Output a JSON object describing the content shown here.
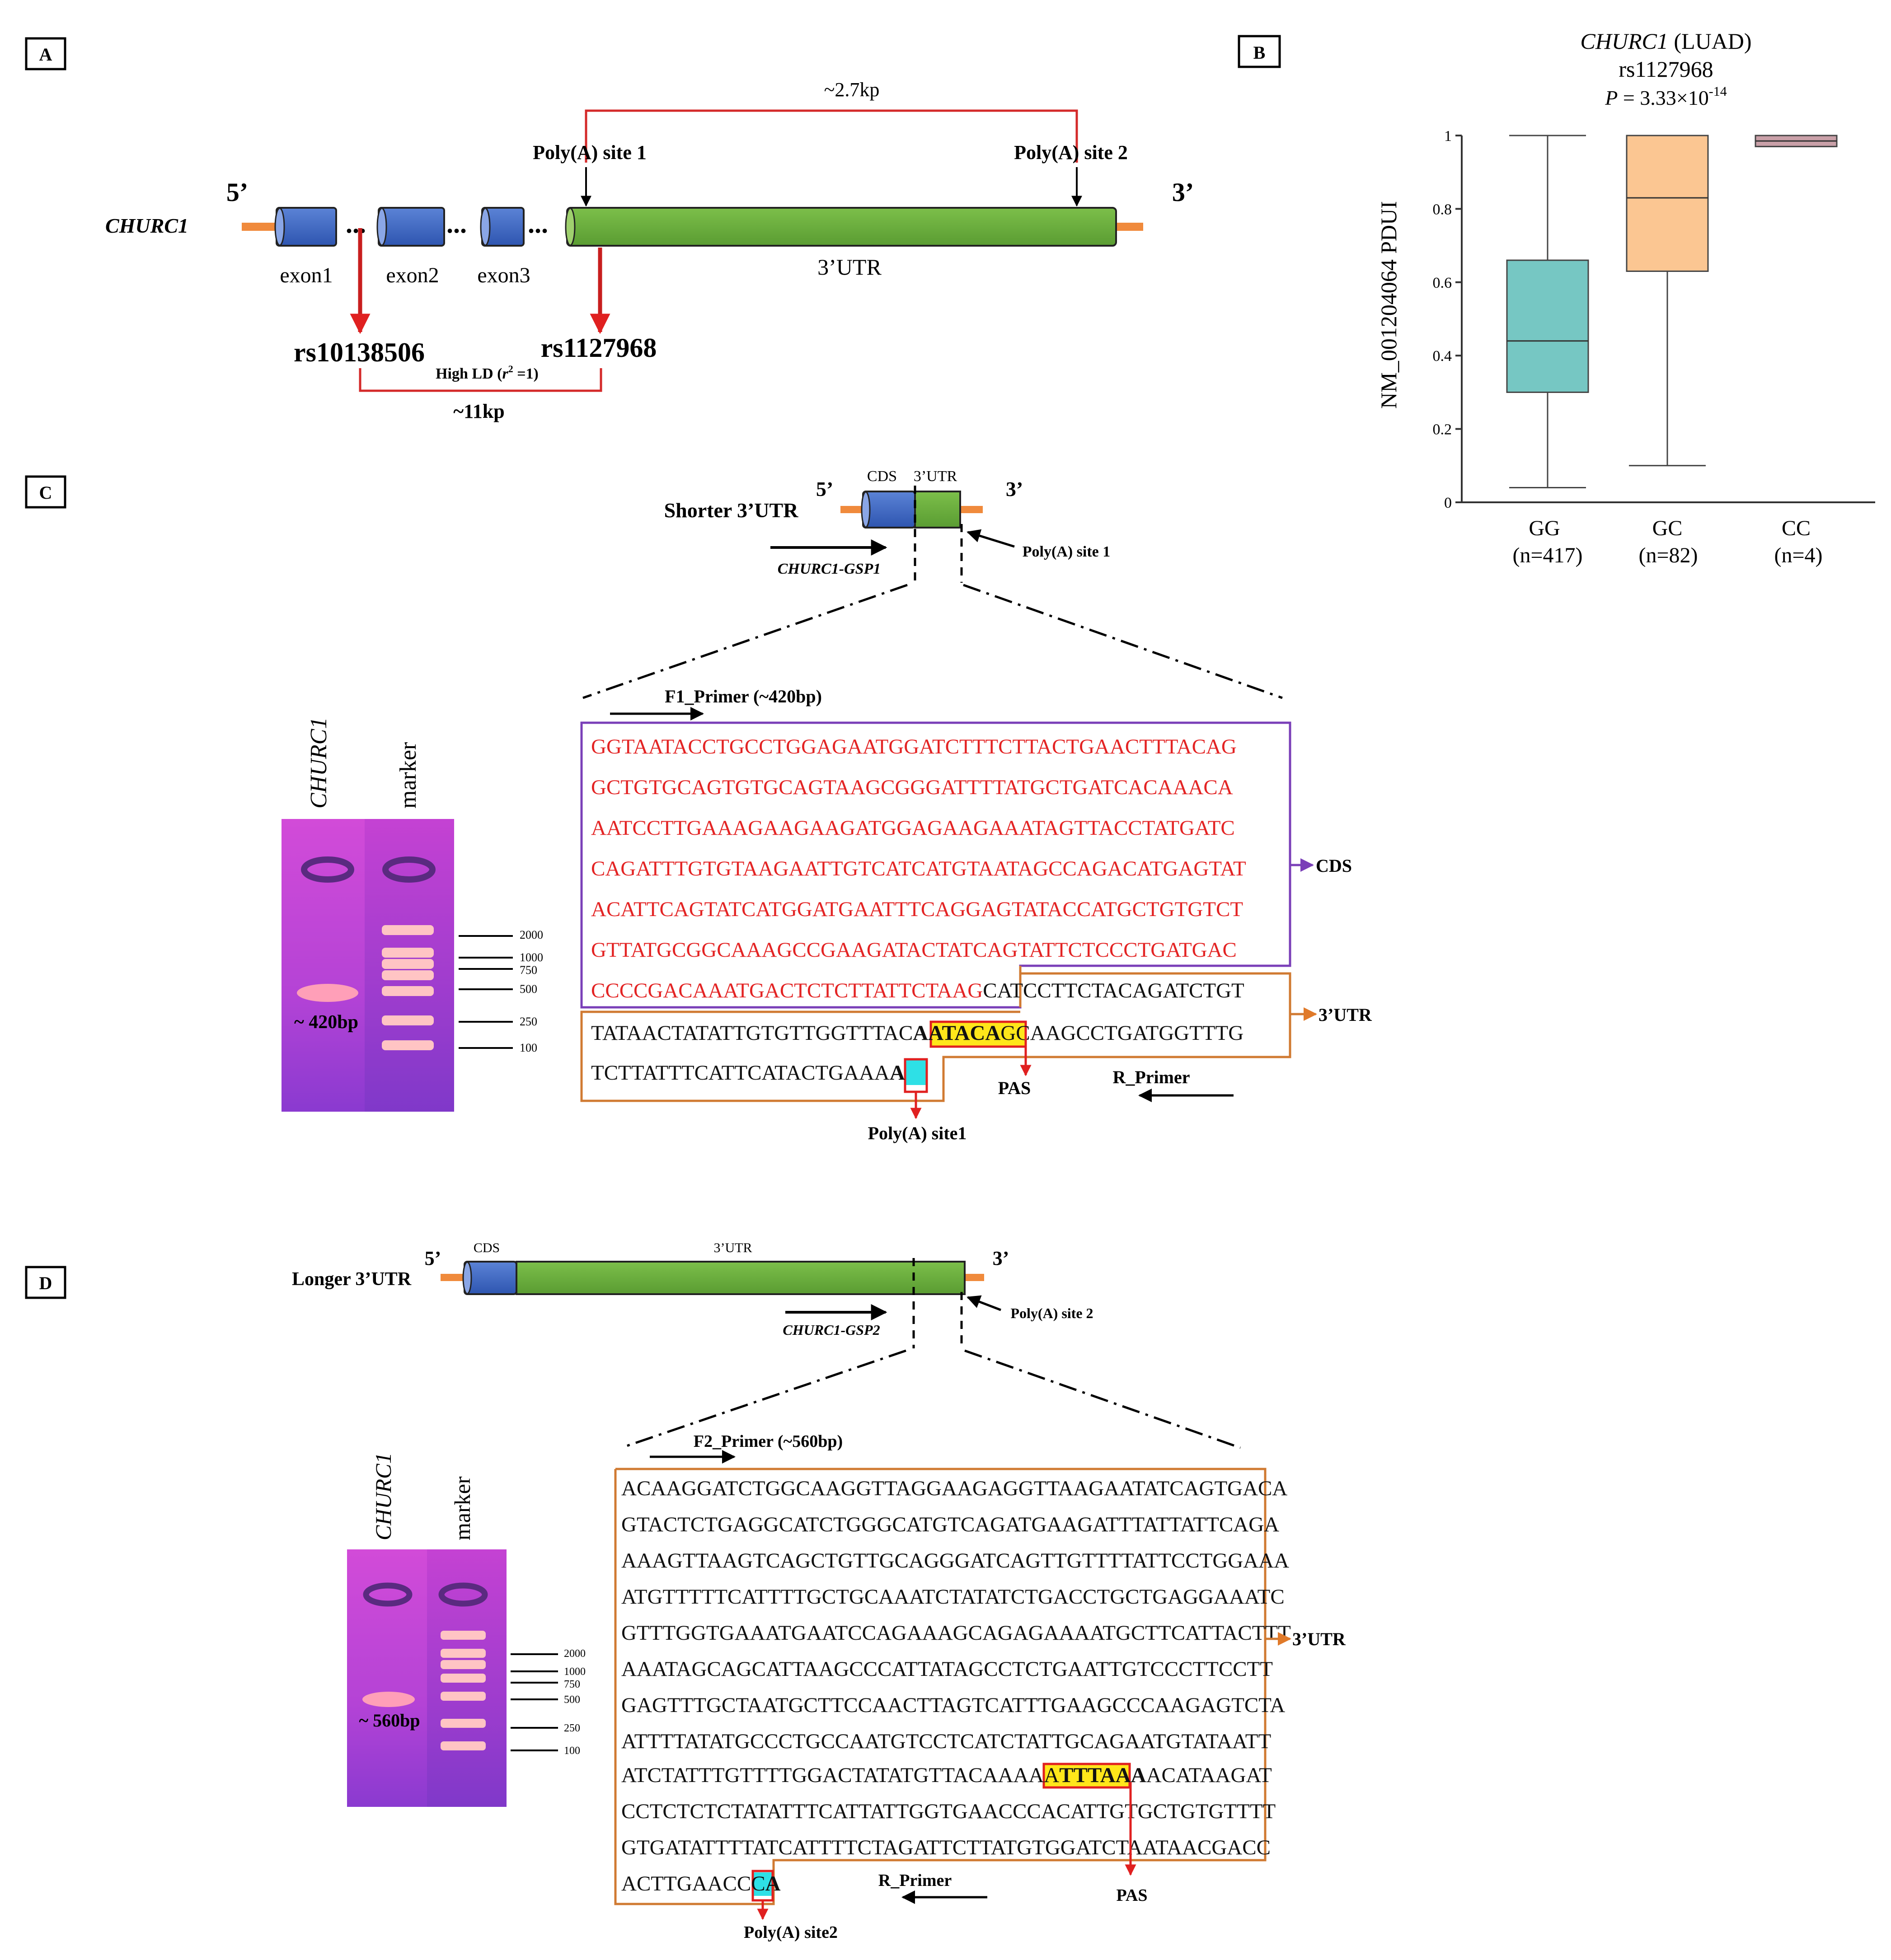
{
  "panels": {
    "a": "A",
    "b": "B",
    "c": "C",
    "d": "D"
  },
  "panel_a": {
    "gene": "CHURC1",
    "five_prime": "5’",
    "three_prime": "3’",
    "exons": [
      "exon1",
      "exon2",
      "exon3"
    ],
    "utr_label": "3’UTR",
    "polya1": "Poly(A) site 1",
    "polya2": "Poly(A) site 2",
    "distance_utr": "~2.7kp",
    "snp1": "rs10138506",
    "snp2": "rs1127968",
    "ld_prefix": "High LD (",
    "ld_r": "r",
    "ld_sup": "2",
    "ld_suffix": " =1)",
    "distance_snp": "~11kp"
  },
  "panel_b": {
    "title_gene": "CHURC1",
    "title_cohort": " (LUAD)",
    "title_snp": "rs1127968",
    "p_label": "P",
    "p_value": " = 3.33×10",
    "p_exp": "-14",
    "ylabel": "NM_001204064  PDUI",
    "yticks": [
      "0",
      "0.2",
      "0.4",
      "0.6",
      "0.8",
      "1"
    ],
    "groups": [
      "GG",
      "GC",
      "CC"
    ],
    "counts": [
      "(n=417)",
      "(n=82)",
      "(n=4)"
    ]
  },
  "chart_data": {
    "type": "box",
    "ylabel": "NM_001204064  PDUI",
    "ylim": [
      0,
      1
    ],
    "categories": [
      "GG",
      "GC",
      "CC"
    ],
    "series": [
      {
        "name": "GG",
        "min": 0.04,
        "q1": 0.3,
        "median": 0.44,
        "q3": 0.66,
        "max": 1.0,
        "color": "#76c7c3"
      },
      {
        "name": "GC",
        "min": 0.1,
        "q1": 0.63,
        "median": 0.83,
        "q3": 1.0,
        "max": 1.0,
        "color": "#fbc692"
      },
      {
        "name": "CC",
        "min": 0.97,
        "q1": 0.97,
        "median": 0.985,
        "q3": 1.0,
        "max": 1.0,
        "color": "#c9a0a8"
      }
    ]
  },
  "panel_c": {
    "title": "Shorter 3’UTR",
    "five_prime": "5’",
    "three_prime": "3’",
    "cds_tag": "CDS",
    "utr_tag": "3’UTR",
    "gsp": "CHURC1-GSP1",
    "polya": "Poly(A) site 1",
    "gel_lane1": "CHURC1",
    "gel_lane2": "marker",
    "band_label": "~ 420bp",
    "ladder": [
      "2000",
      "1000",
      "750",
      "500",
      "250",
      "100"
    ],
    "primer_f": "F1_Primer (~420bp)",
    "primer_r": "R_Primer",
    "cds_lines": [
      "GGTAATACCTGCCTGGAGAATGGATCTTTCTTACTGAACTTTACAG",
      "GCTGTGCAGTGTGCAGTAAGCGGGATTTTATGCTGATCACAAACA",
      "AATCCTTGAAAGAAGAAGATGGAGAAGAAATAGTTACCTATGATC",
      "CAGATTTGTGTAAGAATTGTCATCATGTAATAGCCAGACATGAGTAT",
      "ACATTCAGTATCATGGATGAATTTCAGGAGTATACCATGCTGTGTCT",
      "GTTATGCGGCAAAGCCGAAGATACTATCAGTATTCTCCCTGATGAC"
    ],
    "mixed_red": "CCCCGACAAATGACTCTCTTATTCTAAG",
    "mixed_black": "CATCCTTCTACAGATCTGT",
    "utr_line1_a": "TATAACTATATTGTGTTGGTTTAC",
    "pas_seq": "AATACA",
    "utr_line1_b": "GCAAGCCTGATGGTTTG",
    "utr_line2_a": "TCTTATTTCATTCATACTGAAA",
    "polya_base": "A",
    "cds_arrow_label": "CDS",
    "utr_arrow_label": "3’UTR",
    "pas_label": "PAS",
    "polya_site_label": "Poly(A) site1"
  },
  "panel_d": {
    "title": "Longer 3’UTR",
    "five_prime": "5’",
    "three_prime": "3’",
    "cds_tag": "CDS",
    "utr_tag": "3’UTR",
    "gsp": "CHURC1-GSP2",
    "polya": "Poly(A) site 2",
    "gel_lane1": "CHURC1",
    "gel_lane2": "marker",
    "band_label": "~ 560bp",
    "ladder": [
      "2000",
      "1000",
      "750",
      "500",
      "250",
      "100"
    ],
    "primer_f": "F2_Primer (~560bp)",
    "primer_r": "R_Primer",
    "utr_lines": [
      "ACAAGGATCTGGCAAGGTTAGGAAGAGGTTAAGAATATCAGTGACA",
      "GTACTCTGAGGCATCTGGGCATGTCAGATGAAGATTTATTATTCAGA",
      "AAAGTTAAGTCAGCTGTTGCAGGGATCAGTTGTTTTATTCCTGGAAA",
      "ATGTTTTTCATTTTGCTGCAAATCTATATCTGACCTGCTGAGGAAATC",
      "GTTTGGTGAAATGAATCCAGAAAGCAGAGAAAATGCTTCATTACTTT",
      "AAATAGCAGCATTAAGCCCATTATAGCCTCTGAATTGTCCCTTCCTT",
      "GAGTTTGCTAATGCTTCCAACTTAGTCATTTGAAGCCCAAGAGTCTA",
      "ATTTTATATGCCCTGCCAATGTCCTCATCTATTGCAGAATGTATAATT"
    ],
    "line9_a": "ATCTATTTGTTTTGGACTATATGTTACAAAAA",
    "pas_seq": "TTTAAA",
    "line9_b": "ACATAAGAT",
    "line10": "CCTCTCTCTATATTTCATTATTGGTGAACCCACATTGTGCTGTGTTTT",
    "line11": "GTGATATTTTATCATTTTCTAGATTCTTATGTGGATCTAATAACGACC",
    "line12_a": "ACTTGAACCC",
    "polya_base": "A",
    "utr_arrow_label": "3’UTR",
    "pas_label": "PAS",
    "polya_site_label": "Poly(A) site2"
  }
}
